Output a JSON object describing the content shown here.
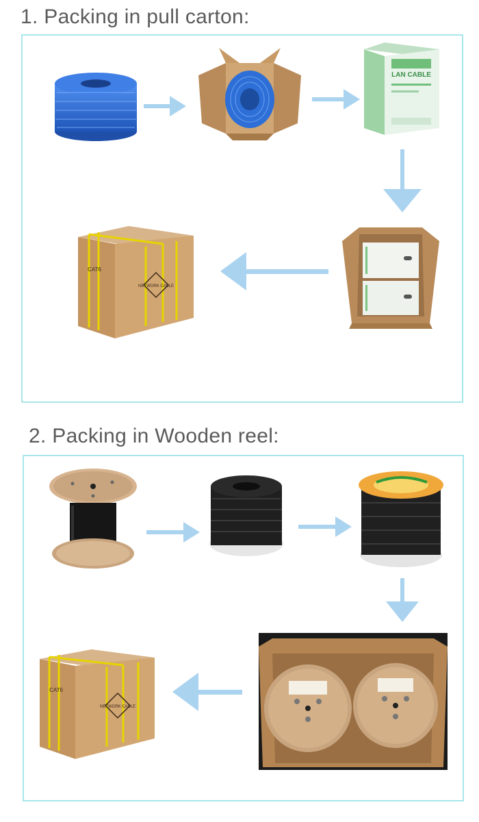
{
  "sections": [
    {
      "title": "1. Packing in pull carton:"
    },
    {
      "title": "2. Packing in Wooden reel:"
    }
  ],
  "labels": {
    "lan_cable": "LAN CABLE",
    "box_logo": "NETWORK CABLE",
    "box_side": "CAT6"
  },
  "colors": {
    "frame": "#a8e6ea",
    "arrow": "#a9d3ef",
    "cable_blue": "#2d6fd6",
    "cardboard": "#c69a66",
    "wood": "#c9a57f",
    "cable_black": "#1f1f1f",
    "strap": "#e7d400"
  }
}
